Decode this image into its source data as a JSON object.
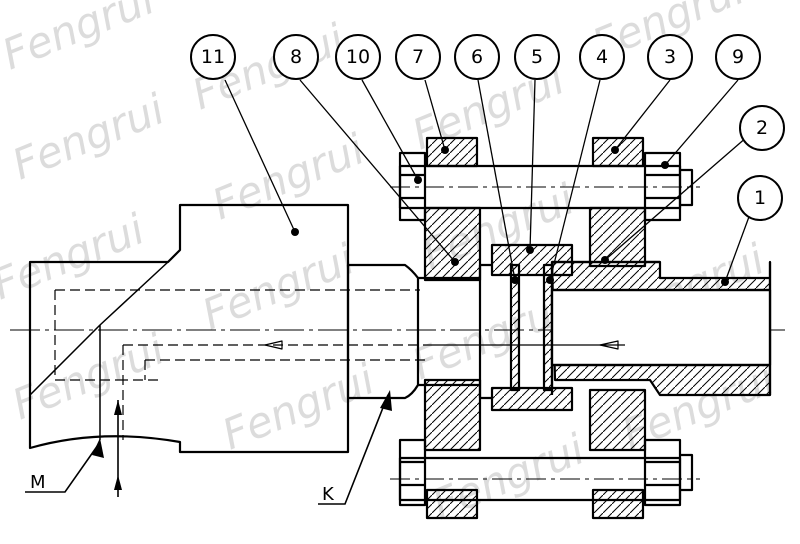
{
  "watermark": "Fengrui",
  "callouts": [
    {
      "label": "11"
    },
    {
      "label": "8"
    },
    {
      "label": "10"
    },
    {
      "label": "7"
    },
    {
      "label": "6"
    },
    {
      "label": "5"
    },
    {
      "label": "4"
    },
    {
      "label": "3"
    },
    {
      "label": "9"
    },
    {
      "label": "2"
    },
    {
      "label": "1"
    }
  ],
  "view_labels": {
    "m": "M",
    "k": "K"
  }
}
